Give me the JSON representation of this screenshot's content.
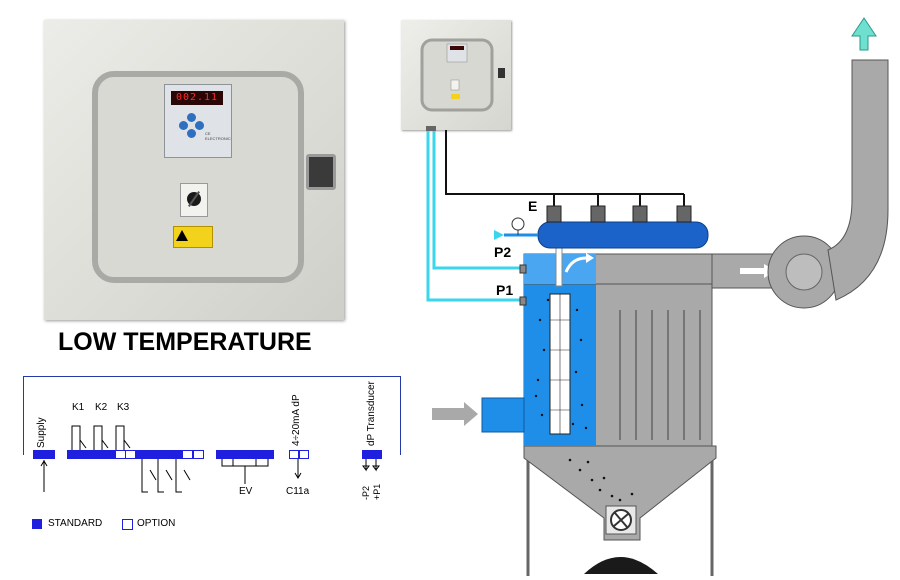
{
  "caption": "LOW TEMPERATURE",
  "controller": {
    "display": "002.11",
    "brand": "CE ELECTRONIC"
  },
  "wiring": {
    "supply": "Supply",
    "relays": [
      "K1",
      "K2",
      "K3"
    ],
    "analog_out": "4÷20mA dP",
    "transducer": "dP Transducer",
    "ev": "EV",
    "c11a": "C11a",
    "minus_p2": "-P2",
    "plus_p1": "+P1"
  },
  "legend": {
    "standard": "STANDARD",
    "option": "OPTION"
  },
  "filter": {
    "label_e": "E",
    "label_p2": "P2",
    "label_p1": "P1"
  },
  "colors": {
    "wiring_blue": "#1f1fe0",
    "tank_blue": "#1b63c9",
    "chamber_blue": "#1e8ee8",
    "pipe_cyan": "#3ad6ec",
    "housing_gray": "#a9a9a9"
  }
}
